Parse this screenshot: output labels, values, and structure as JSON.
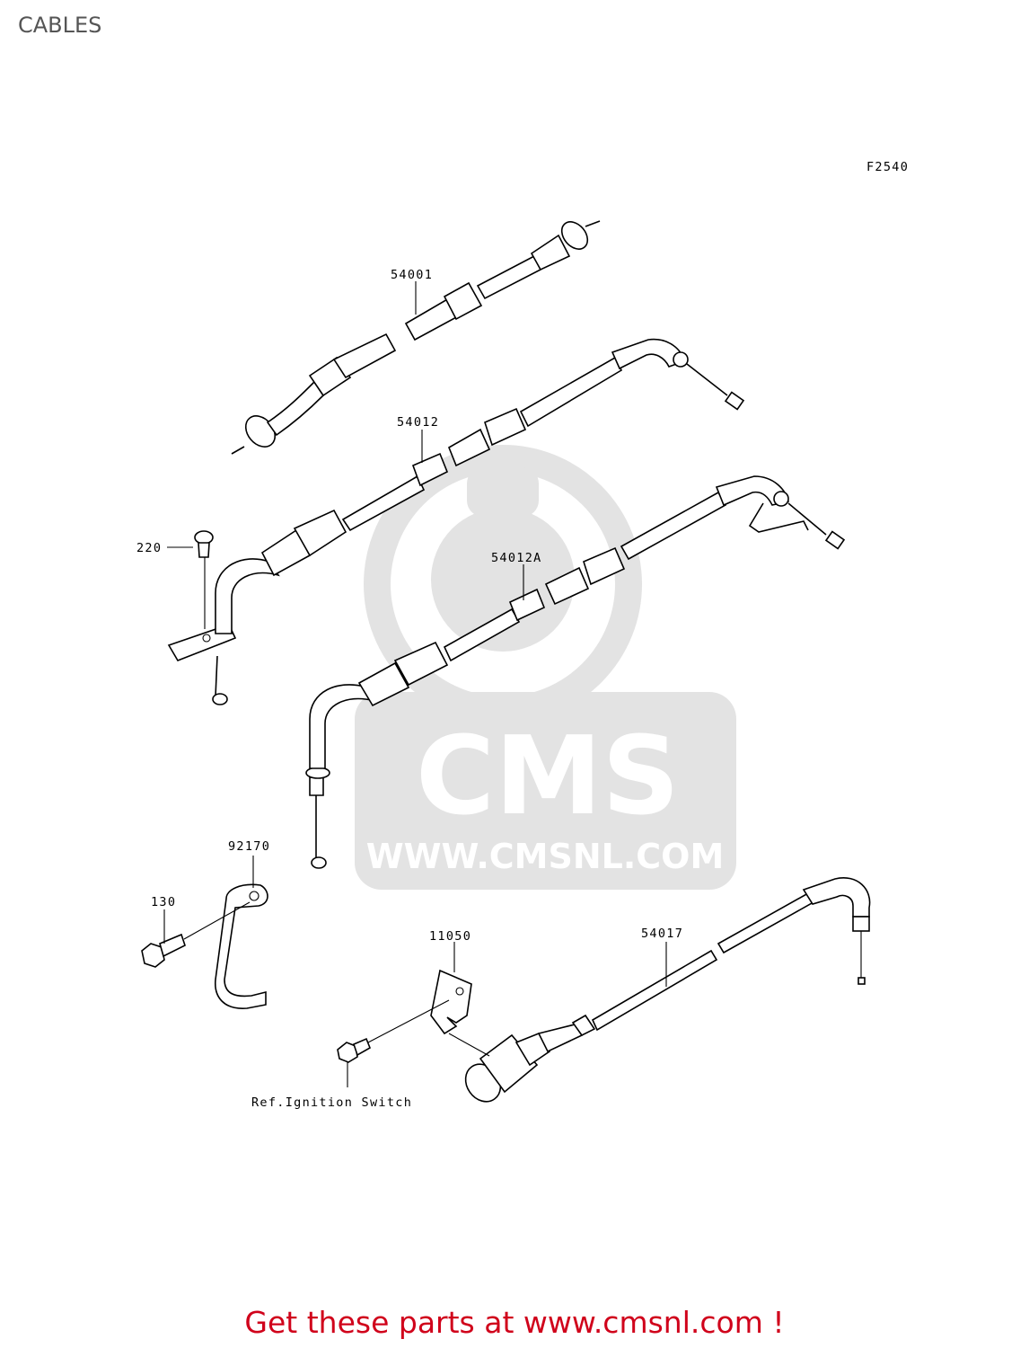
{
  "header": {
    "title": "CABLES"
  },
  "diagram": {
    "figure_code": "F2540",
    "parts": [
      {
        "id": "54001"
      },
      {
        "id": "54012"
      },
      {
        "id": "54012A"
      },
      {
        "id": "220"
      },
      {
        "id": "92170"
      },
      {
        "id": "130"
      },
      {
        "id": "11050"
      },
      {
        "id": "54017"
      }
    ],
    "reference_note": "Ref.Ignition Switch"
  },
  "watermark": {
    "brand": "CMS",
    "url": "WWW.CMSNL.COM",
    "color": "#e3e3e3"
  },
  "footer": {
    "cta": "Get these parts at www.cmsnl.com !",
    "color": "#d0021b"
  }
}
